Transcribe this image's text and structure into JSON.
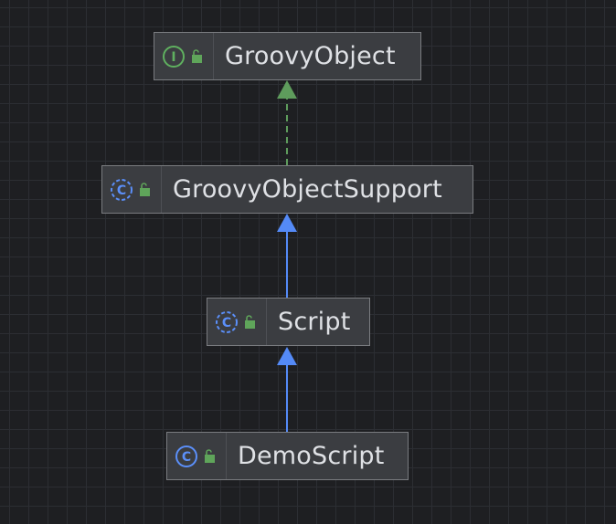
{
  "diagram": {
    "nodes": [
      {
        "id": "groovy-object",
        "label": "GroovyObject",
        "kind": "interface",
        "icon": "interface-icon",
        "access": "public"
      },
      {
        "id": "groovy-object-support",
        "label": "GroovyObjectSupport",
        "kind": "abstract-class",
        "icon": "abstract-class-icon",
        "access": "public"
      },
      {
        "id": "script",
        "label": "Script",
        "kind": "abstract-class",
        "icon": "abstract-class-icon",
        "access": "public"
      },
      {
        "id": "demo-script",
        "label": "DemoScript",
        "kind": "class",
        "icon": "class-icon",
        "access": "public"
      }
    ],
    "edges": [
      {
        "from": "groovy-object-support",
        "to": "groovy-object",
        "type": "implements"
      },
      {
        "from": "script",
        "to": "groovy-object-support",
        "type": "extends"
      },
      {
        "from": "demo-script",
        "to": "script",
        "type": "extends"
      }
    ]
  },
  "colors": {
    "background": "#1e1f22",
    "grid": "#2c2e33",
    "node_fill": "#3b3d41",
    "node_border": "#7a7c80",
    "text": "#dfe1e5",
    "interface_green": "#5fb05f",
    "class_blue": "#5b8ff9",
    "lock_green": "#5fa55a",
    "implements_edge": "#5e9c5c",
    "extends_edge": "#548af7"
  }
}
